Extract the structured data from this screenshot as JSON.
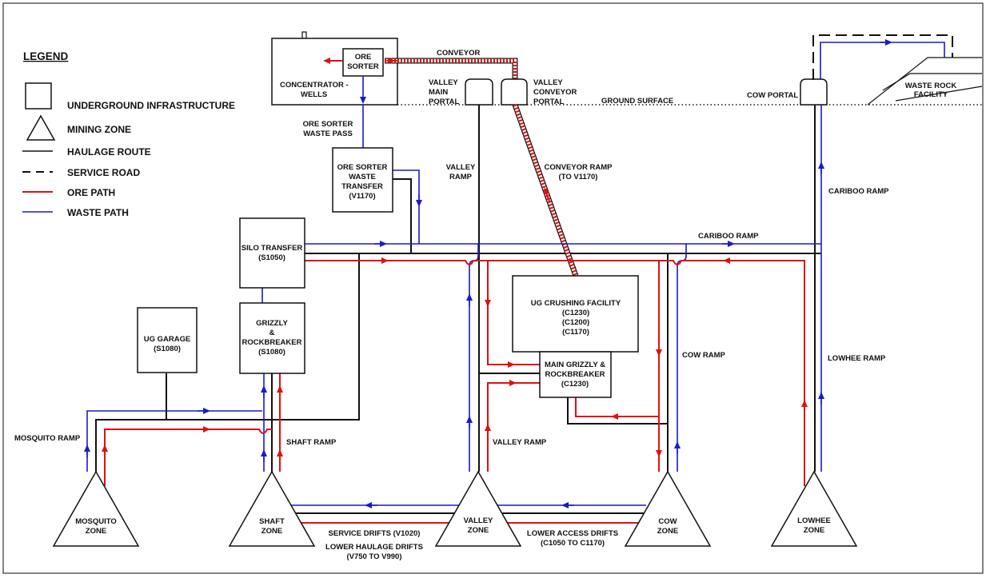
{
  "legend": {
    "title": "LEGEND",
    "items": [
      {
        "label": "UNDERGROUND INFRASTRUCTURE",
        "symbol": "square-icon"
      },
      {
        "label": "MINING ZONE",
        "symbol": "triangle-icon"
      },
      {
        "label": "HAULAGE ROUTE",
        "symbol": "solid-line-icon"
      },
      {
        "label": "SERVICE ROAD",
        "symbol": "dashed-line-icon"
      },
      {
        "label": "ORE PATH",
        "symbol": "red-line-icon",
        "color": "#e01010"
      },
      {
        "label": "WASTE PATH",
        "symbol": "blue-line-icon",
        "color": "#1a1acc"
      }
    ]
  },
  "colors": {
    "ore": "#e01010",
    "waste": "#1a1acc",
    "haulage": "#111111"
  },
  "surface": {
    "concentrator": "CONCENTRATOR -",
    "concentrator2": "WELLS",
    "ore_sorter1": "ORE",
    "ore_sorter2": "SORTER",
    "conveyor": "CONVEYOR",
    "valley_main_portal": [
      "VALLEY",
      "MAIN",
      "PORTAL"
    ],
    "valley_conveyor_portal": [
      "VALLEY",
      "CONVEYOR",
      "PORTAL"
    ],
    "ground_surface": "GROUND SURFACE",
    "cow_portal": "COW PORTAL",
    "waste_rock_facility": [
      "WASTE ROCK",
      "FACILITY"
    ],
    "ore_sorter_waste_pass": [
      "ORE SORTER",
      "WASTE PASS"
    ]
  },
  "facilities": {
    "ore_sorter_waste_transfer": [
      "ORE SORTER",
      "WASTE",
      "TRANSFER",
      "(V1170)"
    ],
    "silo_transfer": [
      "SILO TRANSFER",
      "(S1050)"
    ],
    "grizzly_rockbreaker": [
      "GRIZZLY",
      "&",
      "ROCKBREAKER",
      "(S1080)"
    ],
    "ug_garage": [
      "UG GARAGE",
      "(S1080)"
    ],
    "ug_crushing": [
      "UG CRUSHING FACILITY",
      "(C1230)",
      "(C1200)",
      "(C1170)"
    ],
    "main_grizzly": [
      "MAIN GRIZZLY &",
      "ROCKBREAKER",
      "(C1230)"
    ]
  },
  "ramps": {
    "valley_ramp_upper": [
      "VALLEY",
      "RAMP"
    ],
    "conveyor_ramp": [
      "CONVEYOR RAMP",
      "(TO V1170)"
    ],
    "cariboo_ramp_vertical": "CARIBOO RAMP",
    "cariboo_ramp_horizontal": "CARIBOO RAMP",
    "cow_ramp": "COW RAMP",
    "lowhee_ramp": "LOWHEE RAMP",
    "mosquito_ramp": "MOSQUITO RAMP",
    "shaft_ramp": "SHAFT RAMP",
    "valley_ramp_lower": "VALLEY RAMP"
  },
  "zones": {
    "mosquito": [
      "MOSQUITO",
      "ZONE"
    ],
    "shaft": [
      "SHAFT",
      "ZONE"
    ],
    "valley": [
      "VALLEY",
      "ZONE"
    ],
    "cow": [
      "COW",
      "ZONE"
    ],
    "lowhee": [
      "LOWHEE",
      "ZONE"
    ]
  },
  "drifts": {
    "service": "SERVICE DRIFTS (V1020)",
    "lower_haulage": [
      "LOWER HAULAGE DRIFTS",
      "(V750 TO V990)"
    ],
    "lower_access": [
      "LOWER ACCESS DRIFTS",
      "(C1050 TO C1170)"
    ]
  }
}
